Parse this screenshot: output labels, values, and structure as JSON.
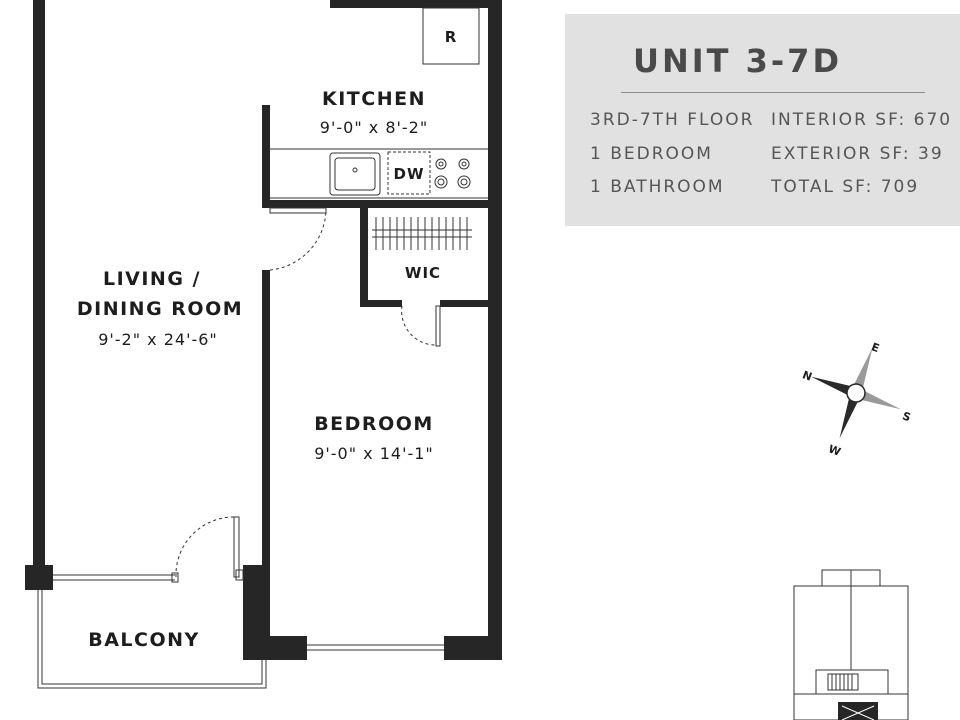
{
  "unit": {
    "title": "UNIT 3-7D",
    "floors": "3RD-7TH FLOOR",
    "bedrooms": "1 BEDROOM",
    "bathrooms": "1 BATHROOM",
    "interior_sf": "INTERIOR SF: 670",
    "exterior_sf": "EXTERIOR SF: 39",
    "total_sf": "TOTAL SF: 709"
  },
  "rooms": {
    "kitchen": {
      "name": "KITCHEN",
      "dims": "9'-0\" x 8'-2\""
    },
    "living": {
      "name_line1": "LIVING /",
      "name_line2": "DINING ROOM",
      "dims": "9'-2\" x 24'-6\""
    },
    "bedroom": {
      "name": "BEDROOM",
      "dims": "9'-0\" x 14'-1\""
    },
    "wic": {
      "name": "WIC"
    },
    "balcony": {
      "name": "BALCONY"
    }
  },
  "fixtures": {
    "refrigerator": "R",
    "dishwasher": "DW"
  },
  "compass": {
    "n": "N",
    "e": "E",
    "s": "S",
    "w": "W"
  }
}
